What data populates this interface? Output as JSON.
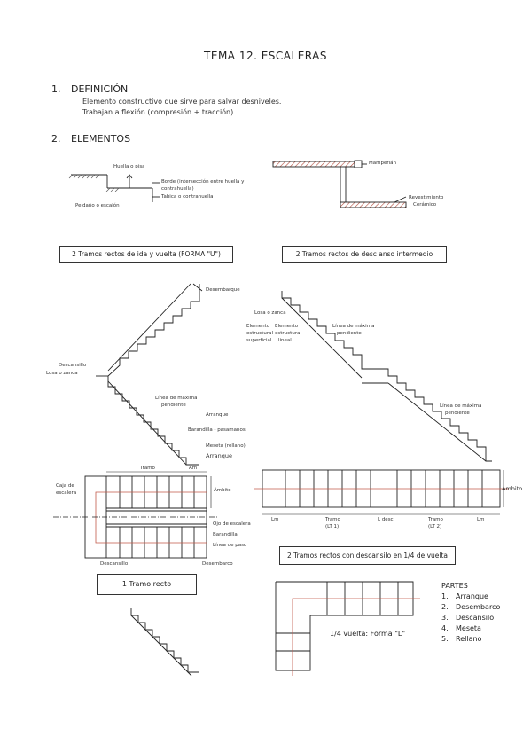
{
  "title": "TEMA 12. ESCALERAS",
  "section1": {
    "num": "1.",
    "heading": "DEFINICIÓN",
    "line1": "Elemento constructivo que sirve para salvar desniveles.",
    "line2": "Trabajan a flexión (compresión + tracción)"
  },
  "section2": {
    "num": "2.",
    "heading": "ELEMENTOS"
  },
  "fig_elements": {
    "huella": "Huella o pisa",
    "borde": "Borde (intersección entre huella y",
    "borde2": "contrahuella)",
    "tabica": "Tabica o contrahuella",
    "peldano": "Peldaño o escalón",
    "mamperlan": "Mamperlán",
    "revestimiento": "Revestimiento",
    "ceramico": "Cerámico"
  },
  "box_u": "2 Tramos rectos de ida y vuelta (FORMA \"U\")",
  "box_desc": "2 Tramos rectos de desc anso intermedio",
  "fig_u_section": {
    "desembarque": "Desembarque",
    "descansillo": "Descansillo",
    "losa": "Losa o zanca",
    "linea": "Línea de máxima",
    "pendiente": "pendiente",
    "arranque": "Arranque",
    "barandilla": "Barandilla - pasamanos",
    "meseta": "Meseta (rellano)",
    "arranque2": "Arranque"
  },
  "fig_desc_section": {
    "losa": "Losa o zanca",
    "ee_sup1": "Elemento",
    "ee_sup2": "estructural",
    "ee_sup3": "superficial",
    "ee_lin1": "Elemento",
    "ee_lin2": "estructural",
    "ee_lin3": "lineal",
    "linea1": "Línea de máxima",
    "pend1": "pendiente",
    "linea2": "Línea de máxima",
    "pend2": "pendiente"
  },
  "fig_u_plan": {
    "tramo": "Tramo",
    "am": "Am",
    "caja1": "Caja de",
    "caja2": "escalera",
    "ambito": "Ámbito",
    "ojo": "Ojo de escalera",
    "barandilla": "Barandilla",
    "linea_paso": "Línea de paso",
    "descansillo": "Descansillo",
    "desembarco": "Desembarco"
  },
  "fig_desc_plan": {
    "ambito": "Ámbito",
    "lm1": "Lm",
    "tramo1": "Tramo",
    "lt1": "(LT 1)",
    "ldesc": "L desc",
    "tramo2": "Tramo",
    "lt2": "(LT 2)",
    "lm2": "Lm"
  },
  "box_quarter": "2 Tramos rectos con descansilo en 1/4 de vuelta",
  "box_one": "1 Tramo recto",
  "fig_l": {
    "label": "1/4 vuelta: Forma \"L\""
  },
  "parts": {
    "title": "PARTES",
    "items": [
      {
        "n": "1.",
        "t": "Arranque"
      },
      {
        "n": "2.",
        "t": "Desembarco"
      },
      {
        "n": "3.",
        "t": "Descansilo"
      },
      {
        "n": "4.",
        "t": "Meseta"
      },
      {
        "n": "5.",
        "t": "Rellano"
      }
    ]
  },
  "colors": {
    "ink": "#222222",
    "hatch": "#b04a3a",
    "axis": "#c25a4a"
  }
}
